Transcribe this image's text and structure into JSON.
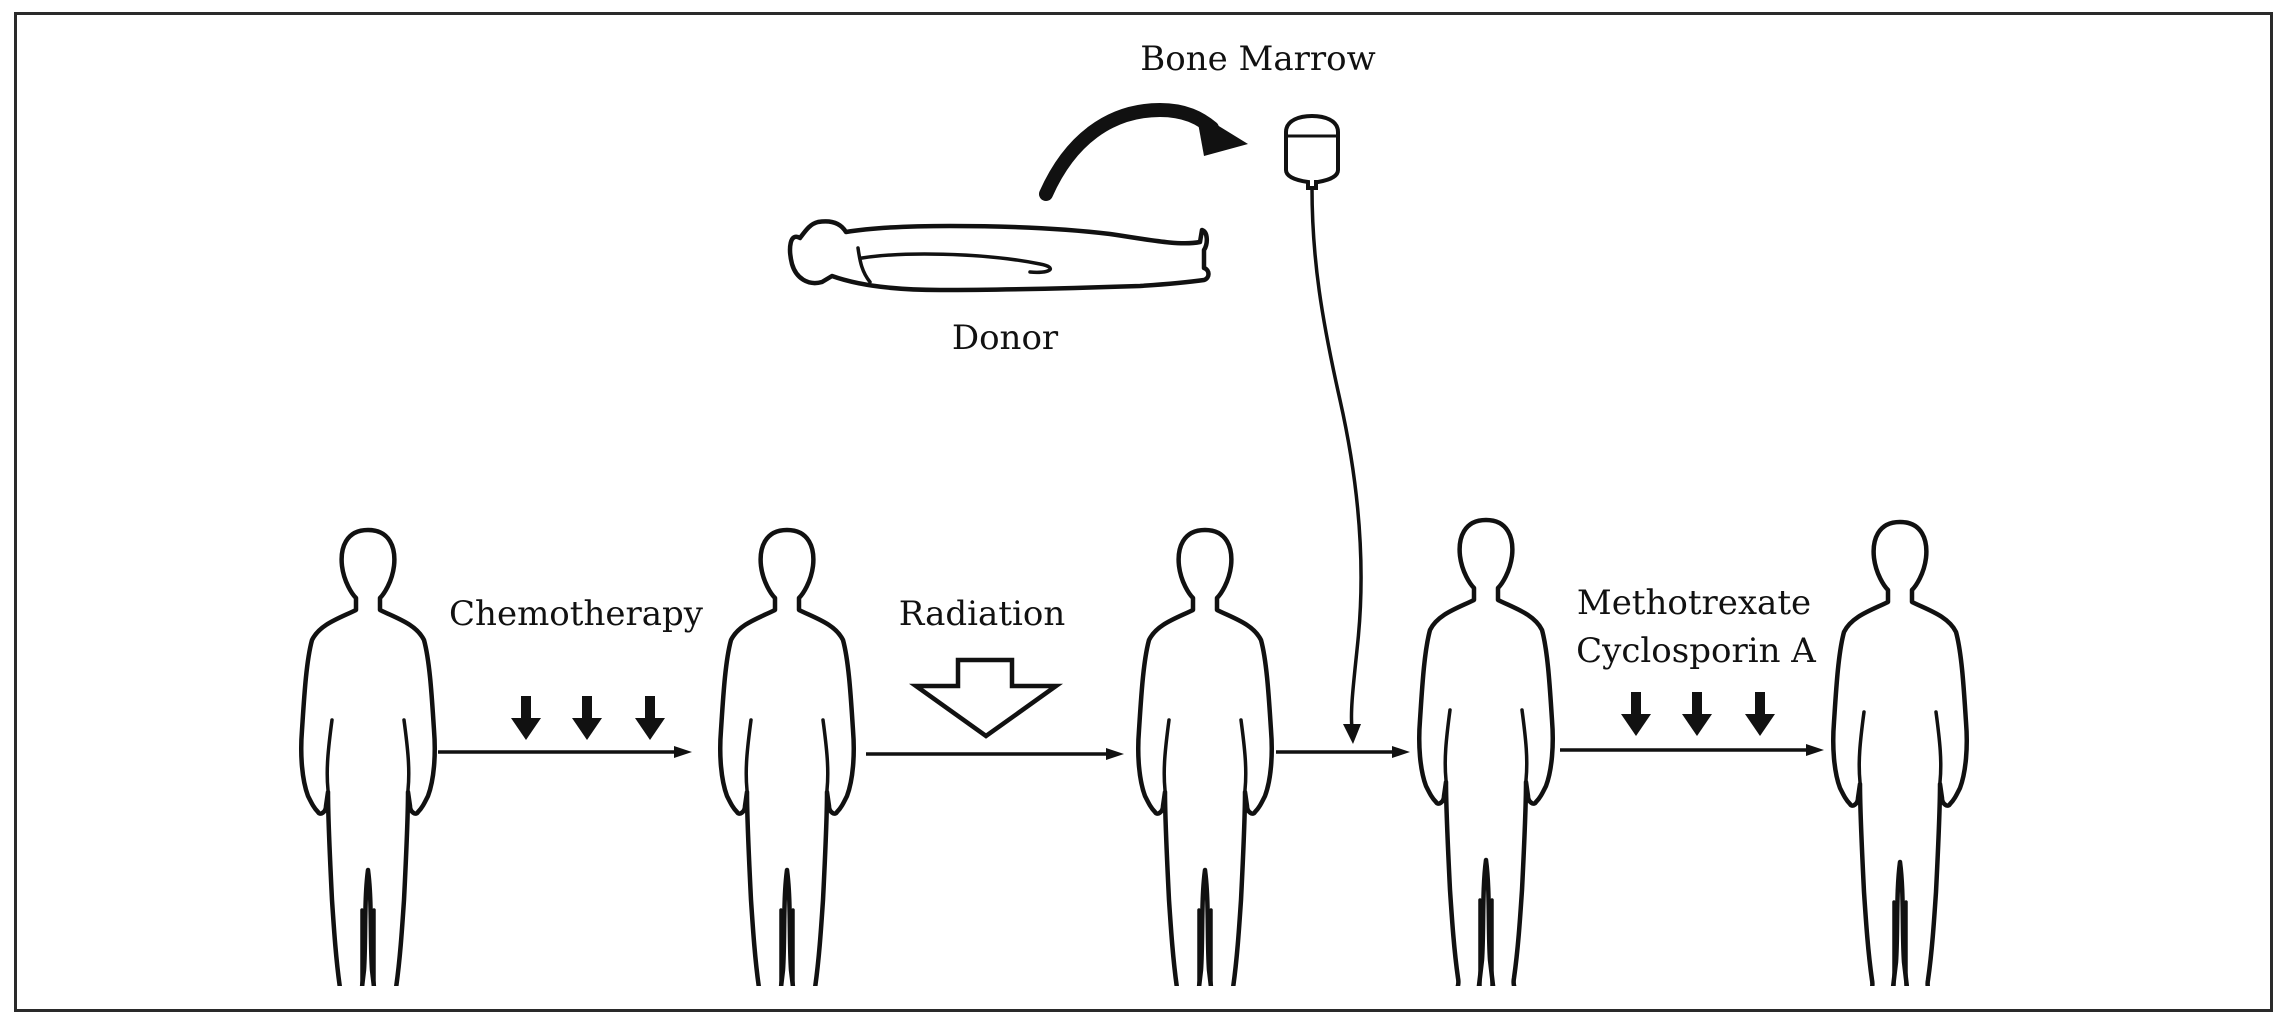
{
  "labels": {
    "bone_marrow": "Bone Marrow",
    "donor": "Donor",
    "chemotherapy": "Chemotherapy",
    "radiation": "Radiation",
    "methotrexate": "Methotrexate",
    "cyclosporin": "Cyclosporin A"
  },
  "colors": {
    "ink": "#111111",
    "frame": "#2a2a2a",
    "background": "#ffffff"
  },
  "icons": [
    "standing-person-icon",
    "lying-donor-icon",
    "iv-bag-icon",
    "down-arrow-icon",
    "hollow-down-arrow-icon",
    "curved-arrow-icon"
  ]
}
